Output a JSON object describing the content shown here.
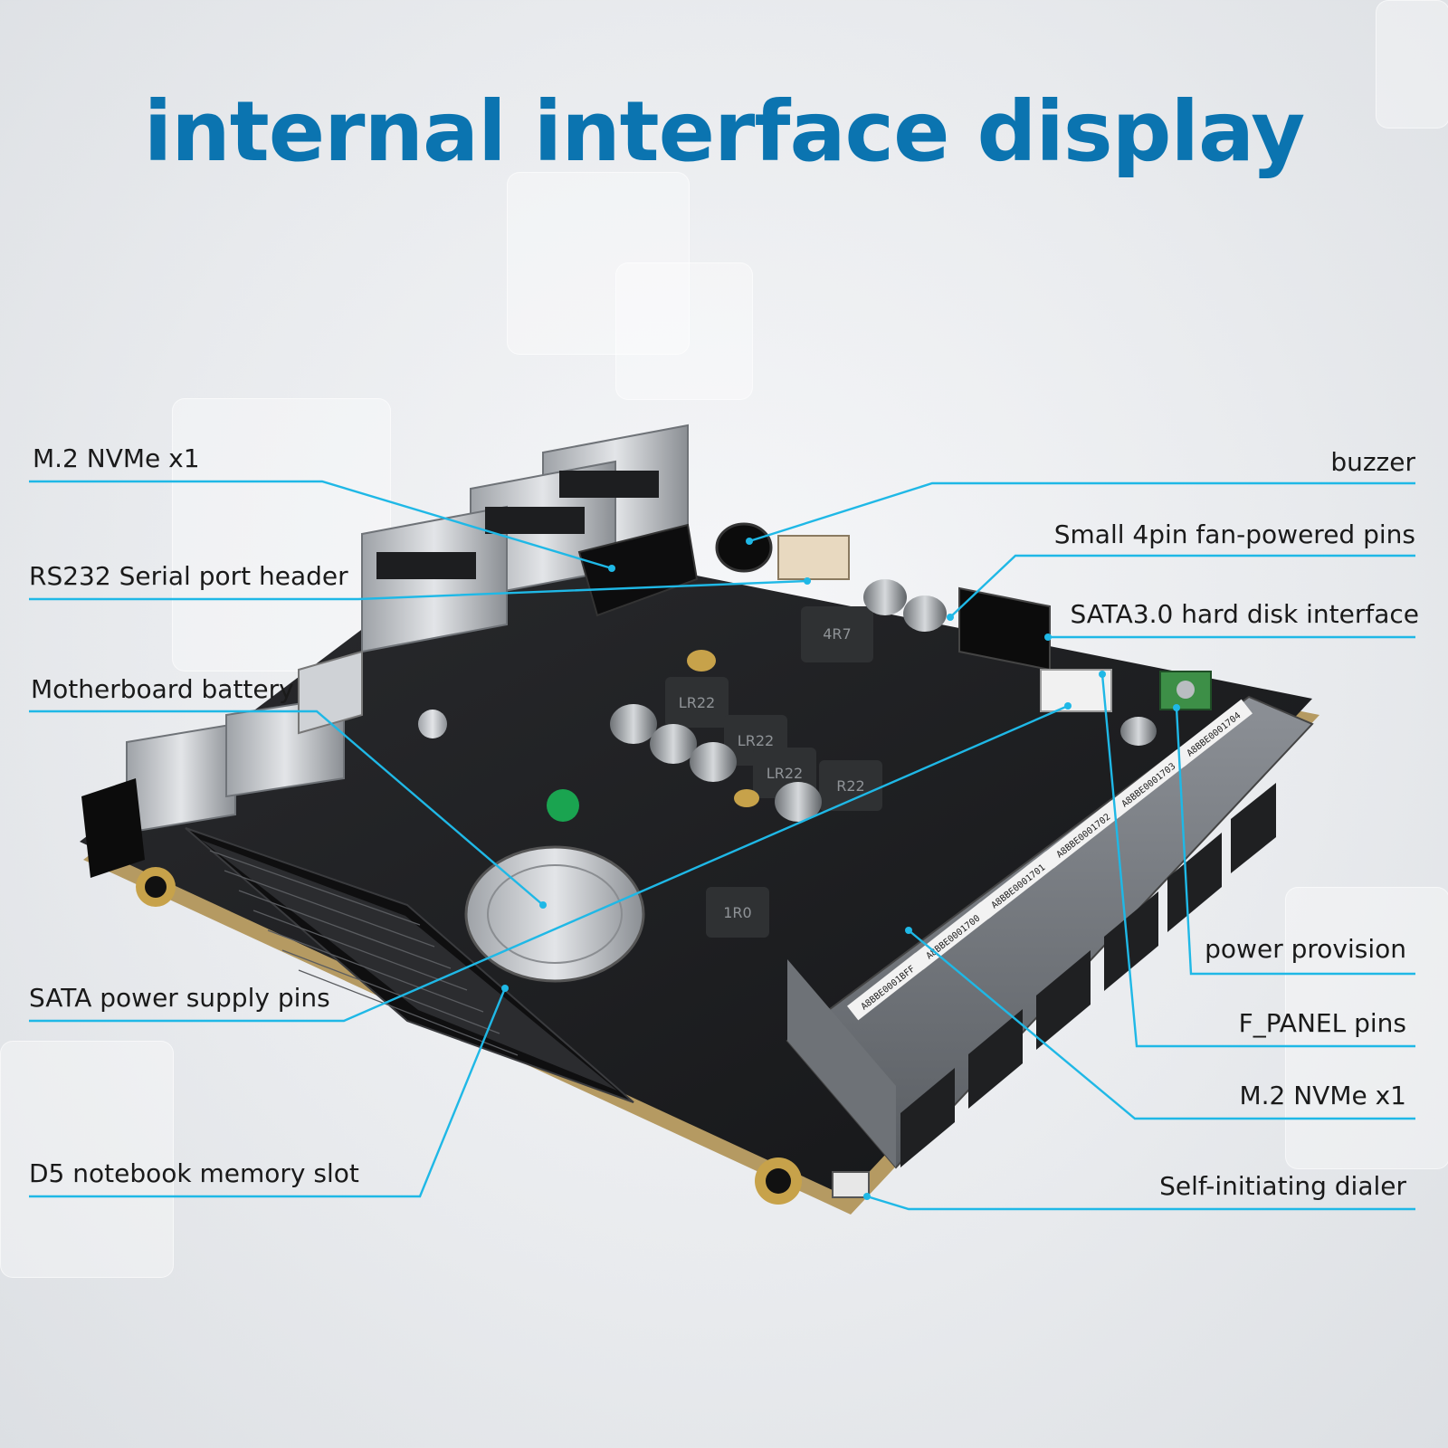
{
  "title": "internal interface display",
  "colors": {
    "title": "#0b74b0",
    "callout_line": "#1fb8e6",
    "board": "#1b1c1e",
    "label_text": "#1a1a1a"
  },
  "callouts": {
    "m2_nvme_top": "M.2 NVMe x1",
    "rs232": "RS232 Serial port header",
    "battery": "Motherboard battery",
    "sata_power": "SATA power supply pins",
    "d5_memory": "D5 notebook memory slot",
    "buzzer": "buzzer",
    "fan_pins": "Small 4pin fan-powered pins",
    "sata3": "SATA3.0 hard disk interface",
    "power_provision": "power provision",
    "f_panel": "F_PANEL pins",
    "m2_nvme_bottom": "M.2 NVMe x1",
    "dialer": "Self-initiating dialer"
  },
  "board": {
    "chip_markings": [
      "4R7",
      "LR22",
      "LR22",
      "LR22",
      "1R0",
      "R22"
    ],
    "port_labels": [
      "A8BBE0001704",
      "A8BBE0001703",
      "A8BBE0001702",
      "A8BBE0001701",
      "A8BBE0001700",
      "A8BBE0001BFF"
    ]
  }
}
